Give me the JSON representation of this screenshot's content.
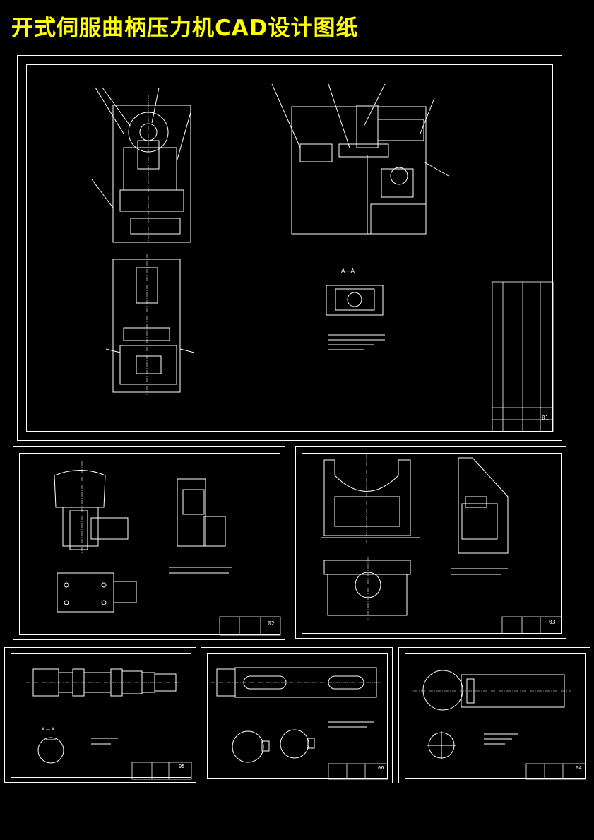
{
  "title": "开式伺服曲柄压力机CAD设计图纸",
  "colors": {
    "background": "#000000",
    "title": "#ffff00",
    "lines": "#ffffff"
  },
  "sheets": {
    "main": {
      "section_label": "A—A",
      "sheet_no": "01"
    },
    "s2": {
      "sheet_no": "02"
    },
    "s3": {
      "sheet_no": "03"
    },
    "s4": {
      "sheet_no": "05",
      "section_label": "A — A"
    },
    "s5": {
      "sheet_no": "06"
    },
    "s6": {
      "sheet_no": "04"
    }
  }
}
